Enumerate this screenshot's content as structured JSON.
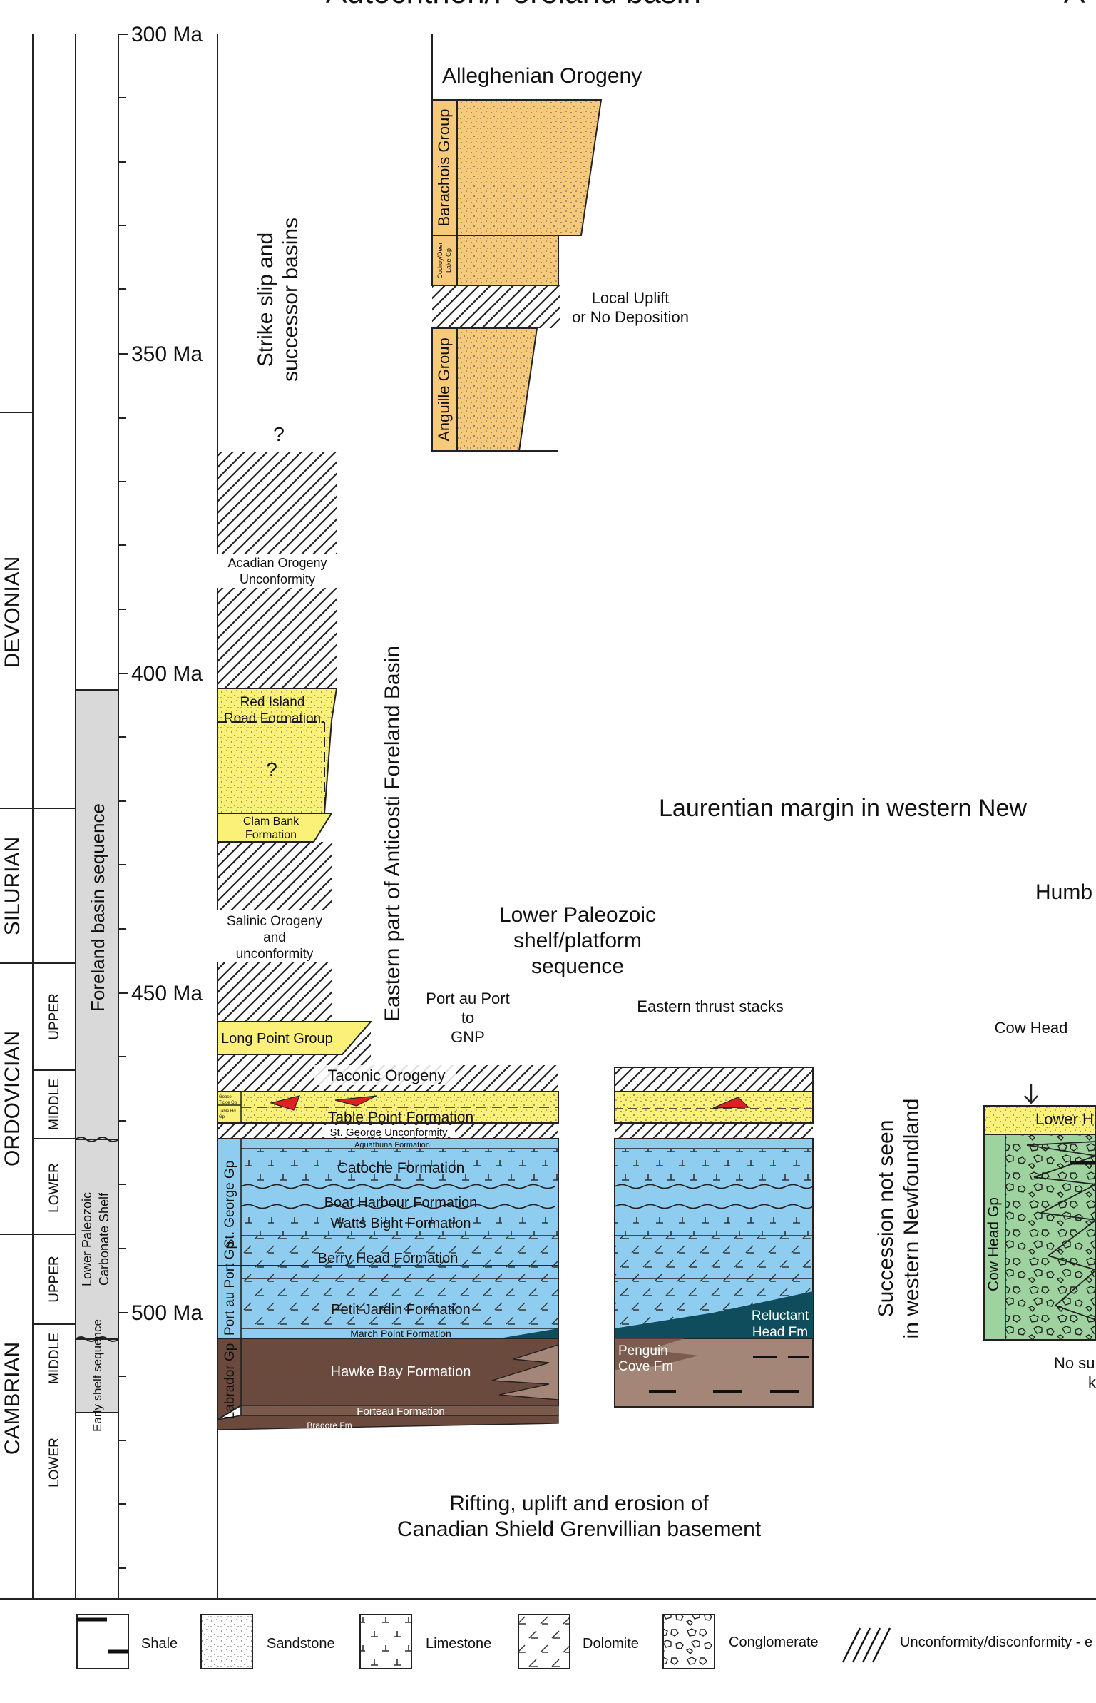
{
  "header": {
    "title_left": "Autochthon/Foreland basin",
    "title_right_fragment": "A"
  },
  "periods": [
    "DEVONIAN",
    "SILURIAN",
    "ORDOVICIAN",
    "CAMBRIAN"
  ],
  "epochs": [
    "UPPER",
    "MIDDLE",
    "LOWER",
    "UPPER",
    "MIDDLE",
    "LOWER"
  ],
  "sequences": {
    "foreland": "Foreland basin sequence",
    "carbonate": "Lower Paleozoic Carbonate Shelf",
    "early_shelf": "Early shelf sequence"
  },
  "ages": [
    "300 Ma",
    "350 Ma",
    "400 Ma",
    "450 Ma",
    "500 Ma"
  ],
  "autochthon": {
    "strike_slip": "Strike slip and successor basins",
    "question": "?",
    "acadian": "Acadian Orogeny Unconformity",
    "red_island": "Red Island Road Formation",
    "clam_bank": "Clam Bank Formation",
    "salinic": "Salinic Orogeny and unconformity",
    "long_point": "Long Point Group",
    "anticosti": "Eastern part of Anticosti Foreland Basin"
  },
  "upper_column": {
    "alleghenian": "Alleghenian Orogeny",
    "barachois": "Barachois Group",
    "codroy": "Codroy/Deer Lake Gp",
    "local_uplift_1": "Local Uplift",
    "local_uplift_2": "or No Deposition",
    "anguille": "Anguille Group"
  },
  "shelf": {
    "heading": "Lower Paleozoic shelf/platform sequence",
    "port_au_port": "Port au Port to GNP",
    "eastern_thrust": "Eastern thrust stacks",
    "taconic": "Taconic Orogeny",
    "goose_tickle": "Goose Tickle Gp",
    "table_head": "Table Hd Gp",
    "table_point": "Table Point Formation",
    "st_george_unc": "St. George Unconformity",
    "aguathuna": "Aguathuna Formation",
    "catoche": "Catoche Formation",
    "boat_harbour": "Boat Harbour Formation",
    "watts_bight": "Watts Bight Formation",
    "berry_head": "Berry Head Formation",
    "petit_jardin": "Petit Jardin Formation",
    "march_point": "March Point Formation",
    "hawke_bay": "Hawke Bay Formation",
    "forteau": "Forteau Formation",
    "bradore": "Bradore Fm",
    "st_george_gp": "St. George Gp",
    "port_au_port_gp": "Port au Port Gp",
    "labrador_gp": "Labrador Gp",
    "reluctant_head": "Reluctant Head Fm",
    "penguin_cove": "Penguin Cove Fm",
    "rifting_1": "Rifting, uplift and erosion of",
    "rifting_2": "Canadian Shield Grenvillian basement"
  },
  "right": {
    "succession_1": "Succession not seen",
    "succession_2": "in western Newfoundland",
    "laurentian": "Laurentian margin in western New",
    "humber": "Humb",
    "cow_head": "Cow Head",
    "lower_h": "Lower H",
    "cow_head_gp": "Cow Head Gp",
    "no_su_1": "No su",
    "no_su_2": "k"
  },
  "legend": [
    {
      "label": "Shale",
      "icon": "shale-pattern"
    },
    {
      "label": "Sandstone",
      "icon": "sandstone-pattern"
    },
    {
      "label": "Limestone",
      "icon": "limestone-pattern"
    },
    {
      "label": "Dolomite",
      "icon": "dolomite-pattern"
    },
    {
      "label": "Conglomerate",
      "icon": "conglomerate-pattern"
    },
    {
      "label": "Unconformity/disconformity - e",
      "icon": "unconformity-pattern"
    }
  ],
  "colors": {
    "sandstone_orange": "#f7c97a",
    "sandstone_yellow": "#fbf178",
    "limestone_blue": "#8ecdf0",
    "shale_brown": "#6b4a3d",
    "shale_tan": "#a38678",
    "reef_teal": "#0f4c5c",
    "conglomerate_green": "#9ed39f",
    "sequence_grey": "#d9d9d9",
    "thrust_red": "#e02020"
  }
}
